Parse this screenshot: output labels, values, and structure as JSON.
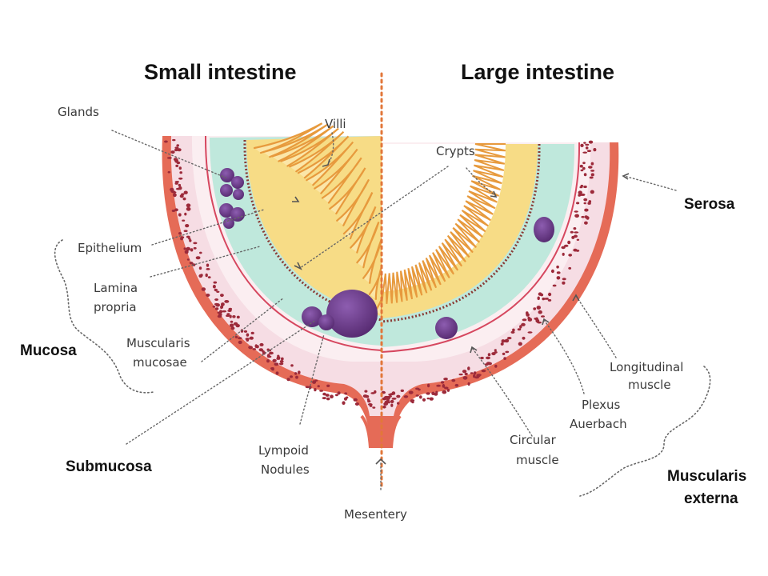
{
  "titles": {
    "small": "Small intestine",
    "large": "Large intestine"
  },
  "labels": {
    "glands": "Glands",
    "villi": "Villi",
    "crypts": "Crypts",
    "serosa": "Serosa",
    "epithelium": "Epithelium",
    "lamina_1": "Lamina",
    "lamina_2": "propria",
    "musc_muc_1": "Muscularis",
    "musc_muc_2": "mucosae",
    "mucosa": "Mucosa",
    "submucosa": "Submucosa",
    "lymp_1": "Lympoid",
    "lymp_2": "Nodules",
    "mesentery": "Mesentery",
    "circ_1": "Circular",
    "circ_2": "muscle",
    "plexus_1": "Plexus",
    "plexus_2": "Auerbach",
    "long_1": "Longitudinal",
    "long_2": "muscle",
    "me_1": "Muscularis",
    "me_2": "externa"
  },
  "colors": {
    "serosa": "#e56b57",
    "muscle_pink": "#f6dde4",
    "dots": "#9c2a3a",
    "submucosa": "#bfe8dc",
    "epithelium": "#f7dc86",
    "villi_edge": "#e79a3d",
    "nodule": "#6b3b8c",
    "midline": "#e2773a"
  }
}
